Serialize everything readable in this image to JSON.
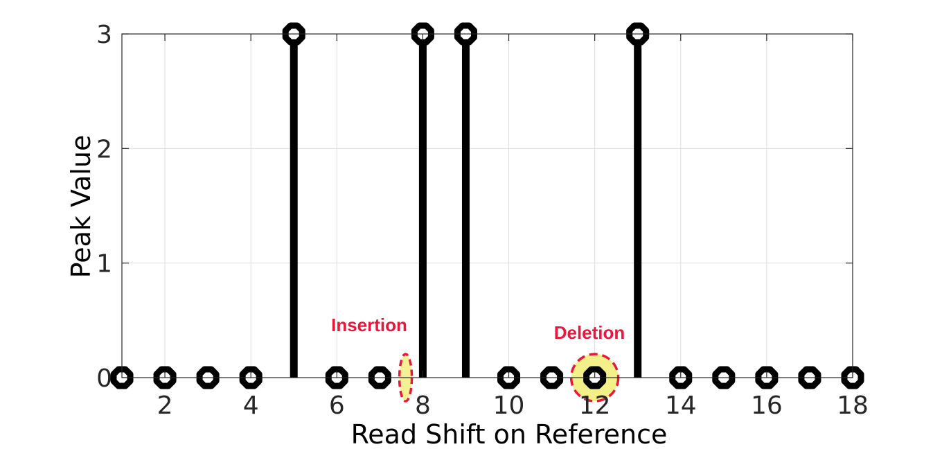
{
  "chart_data": {
    "type": "stem",
    "xlabel": "Read Shift on Reference",
    "ylabel": "Peak Value",
    "xlim": [
      1,
      18
    ],
    "ylim": [
      0,
      3
    ],
    "grid": true,
    "x": [
      1,
      2,
      3,
      4,
      5,
      6,
      7,
      8,
      9,
      10,
      11,
      12,
      13,
      14,
      15,
      16,
      17,
      18
    ],
    "y": [
      0,
      0,
      0,
      0,
      3,
      0,
      0,
      3,
      3,
      0,
      0,
      0,
      3,
      0,
      0,
      0,
      0,
      0
    ],
    "x_ticks": [
      2,
      4,
      6,
      8,
      10,
      12,
      14,
      16,
      18
    ],
    "x_tick_labels": [
      "2",
      "4",
      "6",
      "8",
      "10",
      "12",
      "14",
      "16",
      "18"
    ],
    "y_ticks": [
      0,
      1,
      2,
      3
    ],
    "y_tick_labels": [
      "0",
      "1",
      "2",
      "3"
    ],
    "annotations": [
      {
        "text": "Insertion",
        "x": 7.6,
        "y": 0,
        "color": "#e8173c",
        "shape": "dashed-ellipse"
      },
      {
        "text": "Deletion",
        "x": 12,
        "y": 0,
        "color": "#e8173c",
        "fill": "#f3f08a",
        "shape": "dashed-circle"
      }
    ],
    "marker_color": "#000000"
  }
}
